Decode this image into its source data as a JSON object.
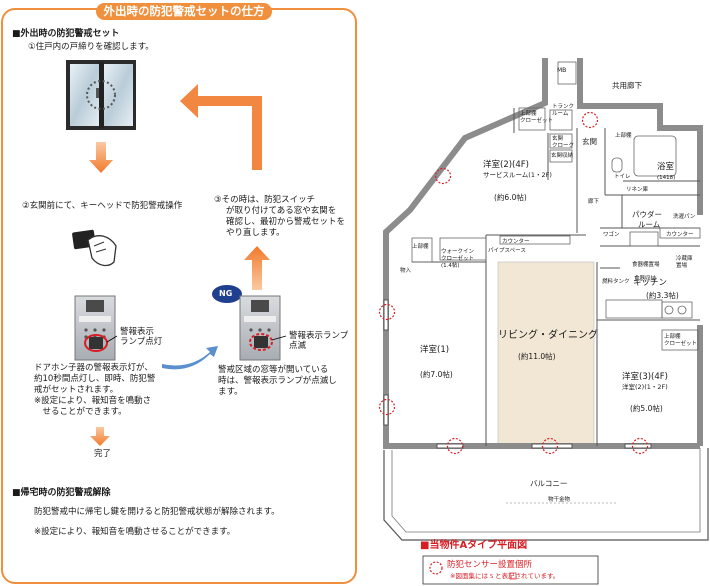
{
  "title": "外出時の防犯警戒セットの仕方",
  "outing": {
    "heading": "■外出時の防犯警戒セット",
    "step1": "①住戸内の戸締りを確認します。",
    "step2": "②玄関前にて、キーヘッドで防犯警戒操作",
    "step3_lines": [
      "③その時は、防犯スイッチ",
      "が取り付けてある窓や玄関を",
      "確認し、最初から警戒セットを",
      "やり直します。"
    ],
    "ng_badge": "NG",
    "lamp_on_label_lines": [
      "警報表示",
      "ランプ点灯"
    ],
    "lamp_blink_label_lines": [
      "警報表示ランプ",
      "点滅"
    ],
    "lit_desc_lines": [
      "ドアホン子器の警報表示灯が、",
      "約10秒間点灯し、即時、防犯警",
      "戒がセットされます。",
      "※設定により、報知音を鳴動さ",
      "　せることができます。"
    ],
    "blink_desc_lines": [
      "警戒区域の窓等が開いている",
      "時は、警報表示ランプが点滅し",
      "ます。"
    ],
    "done": "完了"
  },
  "release": {
    "heading": "■帰宅時の防犯警戒解除",
    "text1": "防犯警戒中に帰宅し鍵を開けると防犯警戒状態が解除されます。",
    "text2": "※設定により、報知音を鳴動させることができます。"
  },
  "floorplan": {
    "rooms": {
      "western2_lines": [
        "洋室(2)(4F)",
        "サービスルーム(1・2F)"
      ],
      "western2_size": "(約6.0帖)",
      "living": "リビング・ダイニング",
      "living_size": "(約11.0帖)",
      "western1": "洋室(1)",
      "western1_size": "(約7.0帖)",
      "western3_lines": [
        "洋室(3)(4F)",
        "洋室(2)(1・2F)"
      ],
      "western3_size": "(約5.0帖)",
      "kitchen": "キッチン",
      "kitchen_size": "(約3.3帖)",
      "bath": "浴室",
      "bath_size": "(1418)",
      "powder_lines": [
        "パウダー",
        "ルーム"
      ],
      "entrance": "玄関",
      "corridor": "廊下",
      "toilet": "トイレ",
      "balcony": "バルコニー",
      "common_corridor": "共用廊下",
      "mb": "MB",
      "walkin_lines": [
        "ウォークイン",
        "クローゼット",
        "(1.4帖)"
      ],
      "counter1": "カウンター",
      "counter2": "カウンター",
      "storage": "物入",
      "trunk_lines": [
        "トランク",
        "ルーム"
      ],
      "upper_closet1_lines": [
        "上部棚",
        "クローゼット"
      ],
      "upper_closet2_lines": [
        "上部棚",
        "クローゼット"
      ],
      "entrance_closet_lines": [
        "玄関",
        "クローク"
      ],
      "shoe_storage": "玄関収納",
      "upper_shelf": "上部棚",
      "pipe_space": "パイプスペース",
      "laundry_pan": "洗濯パン",
      "fridge_lines": [
        "冷蔵庫",
        "置場"
      ],
      "cupboard_space": "食器棚置場",
      "cupboard_storage": "食器収納",
      "linen": "リネン庫",
      "wagon": "ワゴン",
      "fuel_tank": "燃料タンク",
      "dry_area": "物干金物"
    },
    "caption": "■当物件Aタイプ平面図",
    "legend_title": "防犯センサー設置個所",
    "legend_note": "※図面集には",
    "legend_symbol": "S",
    "legend_note_end": "と表記されています。"
  },
  "colors": {
    "accent_orange": "#f08f3c",
    "caption_red": "#d81e25",
    "sensor_red": "#d81e25",
    "living_floor": "#f2e7d5",
    "wall_gray": "#8c8c8c"
  }
}
